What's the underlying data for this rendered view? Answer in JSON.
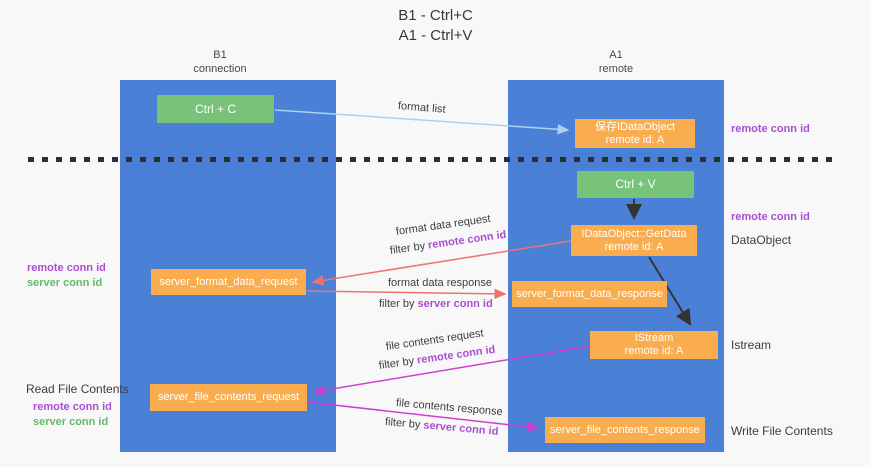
{
  "title": {
    "line1": "B1 - Ctrl+C",
    "line2": "A1 - Ctrl+V"
  },
  "lanes": {
    "left": {
      "header_line1": "B1",
      "header_line2": "connection"
    },
    "right": {
      "header_line1": "A1",
      "header_line2": "remote"
    }
  },
  "nodes": {
    "ctrl_c": {
      "label": "Ctrl + C"
    },
    "ctrl_v": {
      "label": "Ctrl + V"
    },
    "save_idataobject": {
      "line1": "保存IDataObject",
      "line2": "remote id: A"
    },
    "getdata": {
      "line1": "IDataObject::GetData",
      "line2": "remote id: A"
    },
    "istream": {
      "line1": "IStream",
      "line2": "remote id: A"
    },
    "format_request": {
      "label": "server_format_data_request"
    },
    "format_response": {
      "label": "server_format_data_response"
    },
    "file_request": {
      "label": "server_file_contents_request"
    },
    "file_response": {
      "label": "server_file_contents_response"
    }
  },
  "edges": {
    "format_list": {
      "label": "format list"
    },
    "format_data_request": {
      "label": "format data request",
      "filter_prefix": "filter by ",
      "filter_key": "remote conn id"
    },
    "format_data_response": {
      "label": "format data response",
      "filter_prefix": "filter by ",
      "filter_key": "server conn id"
    },
    "file_contents_request": {
      "label": "file contents request",
      "filter_prefix": "filter by ",
      "filter_key": "remote conn id"
    },
    "file_contents_response": {
      "label": "file contents response",
      "filter_prefix": "filter by ",
      "filter_key": "server conn id"
    }
  },
  "annotations": {
    "right_remote_conn_top": "remote conn id",
    "right_remote_conn_mid": "remote conn id",
    "dataobject": "DataObject",
    "istream": "Istream",
    "write_file_contents": "Write File Contents",
    "left_remote_conn_top": "remote conn id",
    "left_server_conn_top": "server conn id",
    "read_file_contents": "Read File Contents",
    "left_remote_conn_bottom": "remote conn id",
    "left_server_conn_bottom": "server conn id"
  },
  "colors": {
    "lane_blue": "#4a80d5",
    "node_orange": "#f9ad4f",
    "node_green": "#77c37a",
    "purple_text": "#a94fd0",
    "green_text": "#64ba68",
    "arrow_red": "#ef7272",
    "arrow_magenta": "#cf3fcf",
    "arrow_lightblue": "#a9d2f1",
    "arrow_black": "#333333",
    "background": "#f8f8f8"
  }
}
